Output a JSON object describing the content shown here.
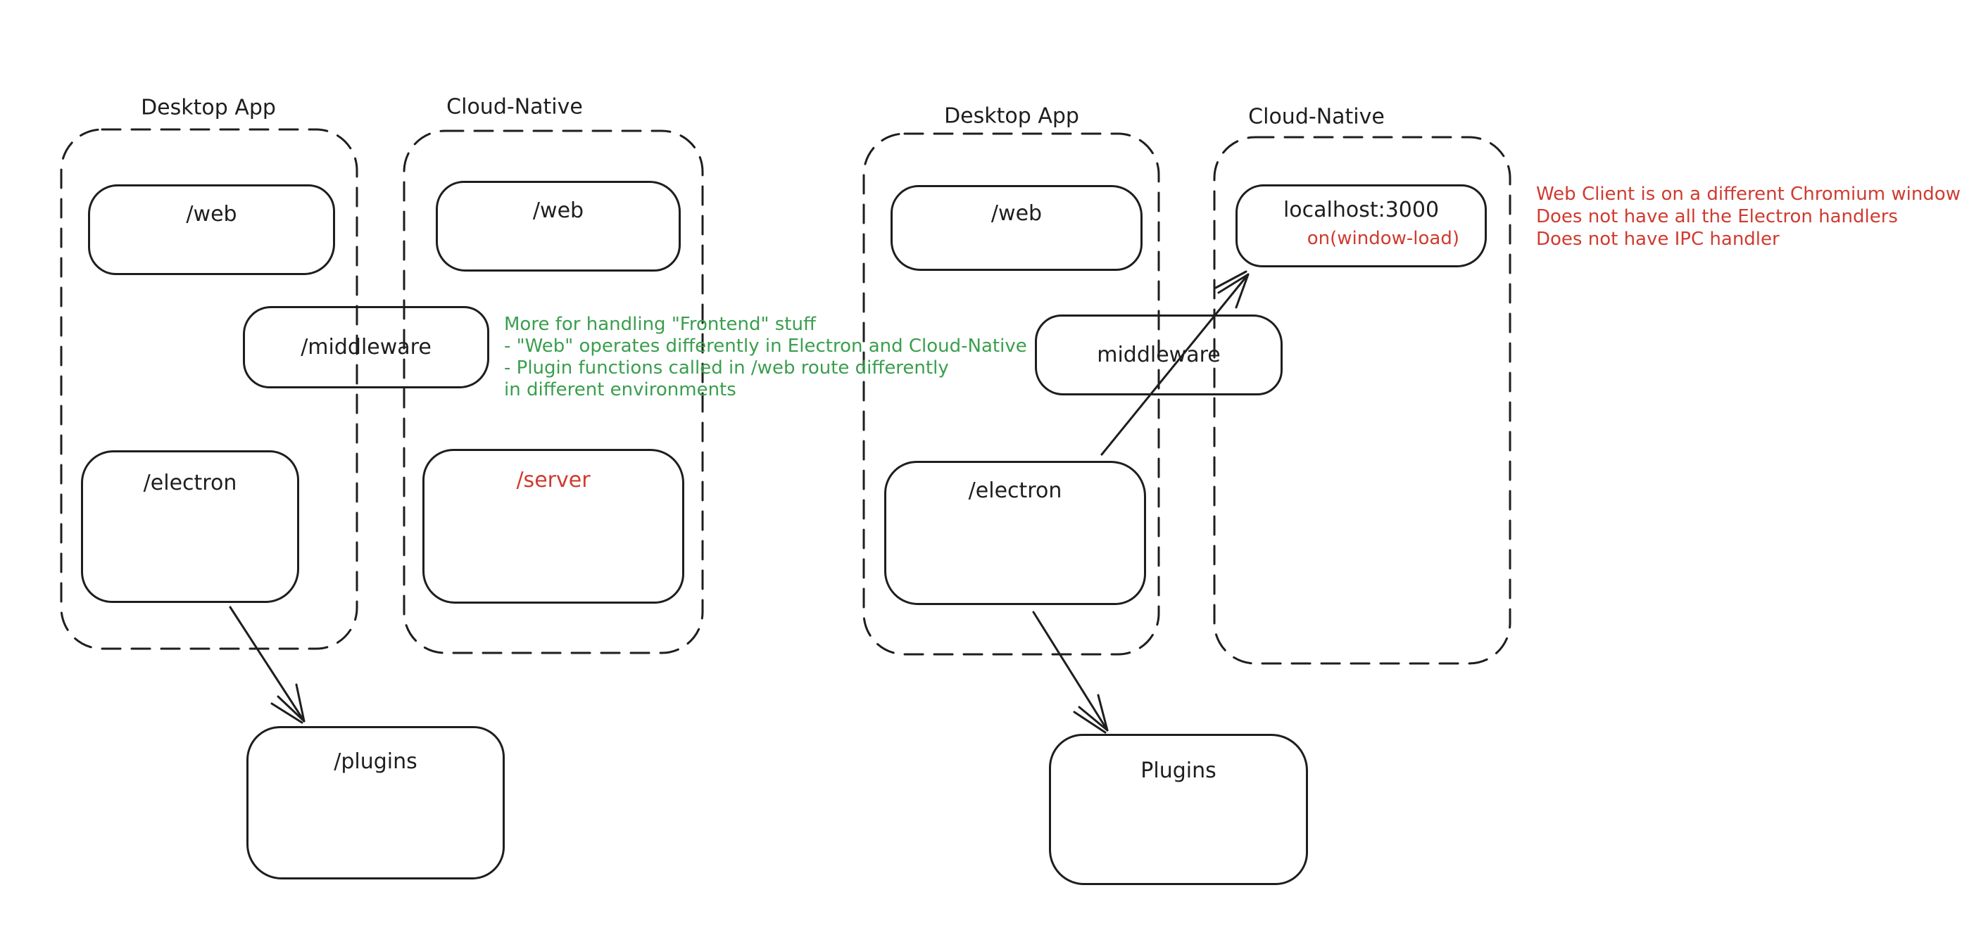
{
  "colors": {
    "stroke": "#1e1e1e",
    "green": "#3a9e4e",
    "red": "#cf3b30",
    "background": "#ffffff"
  },
  "left": {
    "desktop": {
      "title": "Desktop App",
      "web": "/web",
      "electron": "/electron"
    },
    "cloud": {
      "title": "Cloud-Native",
      "web": "/web",
      "server": "/server"
    },
    "middleware": "/middleware",
    "plugins": "/plugins",
    "green_note": [
      "More for handling \"Frontend\" stuff",
      "- \"Web\" operates differently in Electron and Cloud-Native",
      "- Plugin functions called in /web route differently",
      "in different environments"
    ]
  },
  "right": {
    "desktop": {
      "title": "Desktop App",
      "web": "/web",
      "electron": "/electron"
    },
    "cloud": {
      "title": "Cloud-Native",
      "localhost": "localhost:3000",
      "window_load": "on(window-load)"
    },
    "middleware": "middleware",
    "plugins": "Plugins",
    "red_note": [
      "Web Client is on a different Chromium window",
      "Does not have all the Electron handlers",
      "Does not have IPC handler"
    ]
  }
}
